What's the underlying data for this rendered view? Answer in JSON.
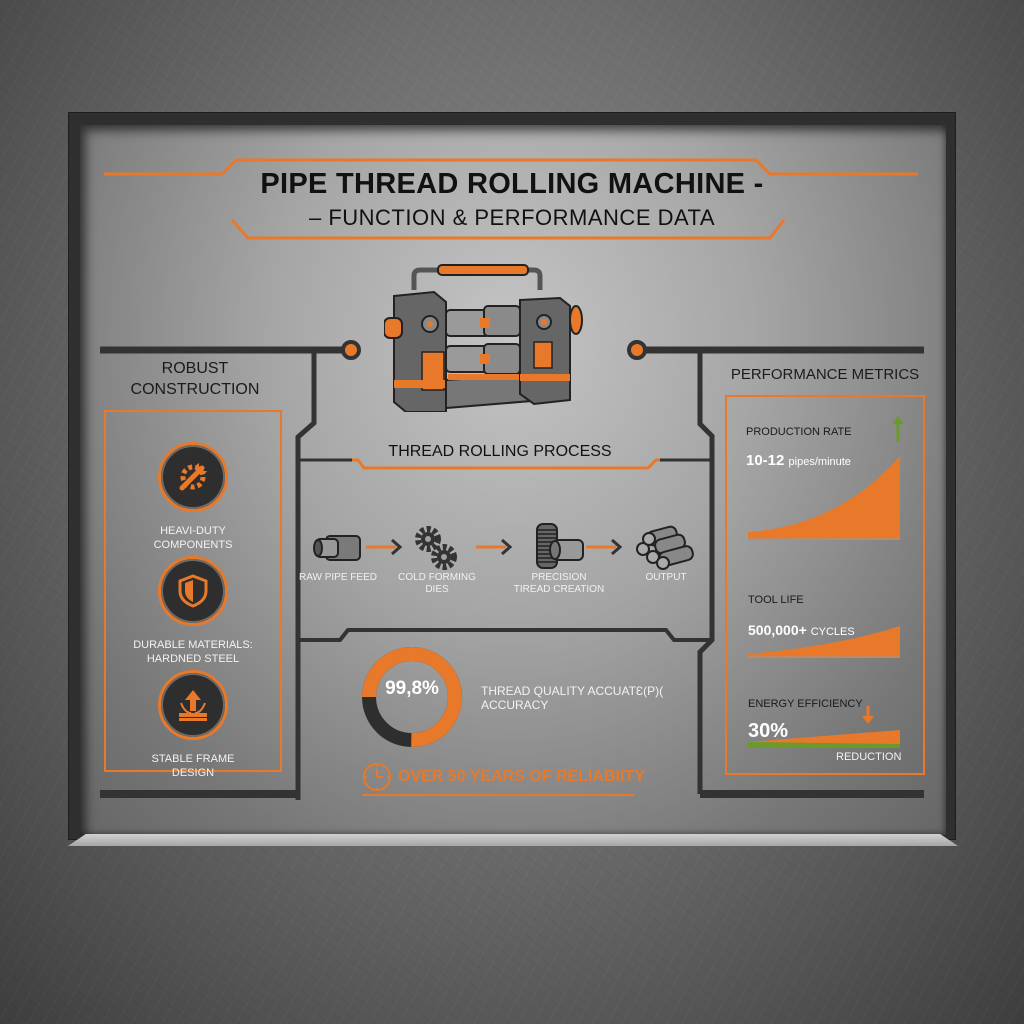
{
  "title": {
    "main": "PIPE THREAD ROLLING MACHINE -",
    "sub": "– FUNCTION & PERFORMANCE DATA"
  },
  "colors": {
    "accent": "#e8792a",
    "dark": "#333333",
    "green": "#6a9a2a",
    "text_light": "#f2f2f2",
    "text_dark": "#111111"
  },
  "center": {
    "machine_icon": "thread-rolling-machine-illustration",
    "process_title": "THREAD ROLLING PROCESS",
    "steps": [
      {
        "label_1": "RAW PIPE FEED",
        "label_2": "",
        "icon": "raw-pipe-icon"
      },
      {
        "label_1": "COLD FORMING",
        "label_2": "DIES",
        "icon": "gears-icon"
      },
      {
        "label_1": "PRECISION",
        "label_2": "TIREAD CREATION",
        "icon": "threaded-pipe-icon"
      },
      {
        "label_1": "OUTPUT",
        "label_2": "",
        "icon": "pipe-stack-icon"
      }
    ],
    "quality": {
      "value": "99,8%",
      "percent": 99.8,
      "label_1": "THREAD QUALITY ACCUATƐ(P)(",
      "label_2": "ACCURACY"
    },
    "reliability": {
      "icon": "clock-icon",
      "text": "OVER 50 YEARS OF RELIABIITY"
    }
  },
  "left": {
    "heading_1": "ROBUST",
    "heading_2": "CONSTRUCTION",
    "features": [
      {
        "icon": "wrench-gear-icon",
        "label_1": "HEAVI-DUTY",
        "label_2": "COMPONENTS"
      },
      {
        "icon": "shield-icon",
        "label_1": "DURABLE MATERIALS:",
        "label_2": "HARDNED STEEL"
      },
      {
        "icon": "stable-frame-icon",
        "label_1": "STABLE FRAME",
        "label_2": "DESIGN"
      }
    ]
  },
  "right": {
    "heading": "PERFORMANCE METRICS",
    "metrics": [
      {
        "label": "PRODUCTION RATE",
        "value": "10-12",
        "unit": "pipes/minute",
        "trend": "up"
      },
      {
        "label": "TOOL LIFE",
        "value": "500,000+",
        "unit": "CYCLES",
        "trend": "up"
      },
      {
        "label": "ENERGY EFFICIENCY",
        "value": "30%",
        "unit": "REDUCTION",
        "trend": "down"
      }
    ]
  }
}
